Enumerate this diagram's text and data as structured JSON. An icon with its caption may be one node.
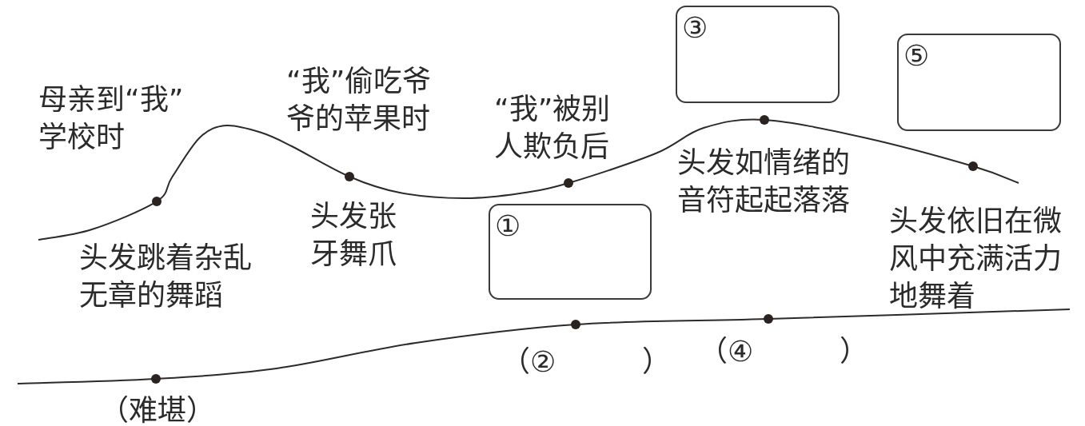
{
  "diagram": {
    "nodes": [
      {
        "text": [
          "①"
        ]
      },
      {
        "text": [
          "③"
        ]
      },
      {
        "text": [
          "⑤"
        ]
      }
    ],
    "labels": [
      "母亲到“我”学校时",
      "“我”偷吃爷爷的苹果时",
      "“我”被别人欺负后",
      "头发跳着杂乱无章的舞蹈",
      "头发张牙舞爪",
      "头发如情绪的音符起起落落",
      "头发依旧在微风中充满活力地舞着",
      "（难堪）",
      "（②　　　）",
      "（④　　　）"
    ]
  }
}
